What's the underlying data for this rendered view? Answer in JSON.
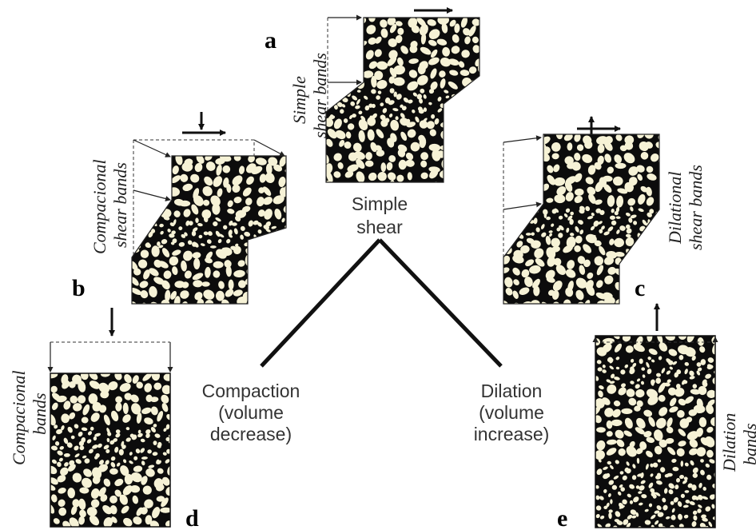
{
  "panels": {
    "a": {
      "letter": "a",
      "label_line1": "Simple",
      "label_line2": "shear bands"
    },
    "b": {
      "letter": "b",
      "label_line1": "Compacional",
      "label_line2": "shear bands"
    },
    "c": {
      "letter": "c",
      "label_line1": "Dilational",
      "label_line2": "shear bands"
    },
    "d": {
      "letter": "d",
      "label_line1": "Compacional",
      "label_line2": "bands"
    },
    "e": {
      "letter": "e",
      "label_line1": "Dilation",
      "label_line2": "bands"
    }
  },
  "center": {
    "top_line1": "Simple",
    "top_line2": "shear",
    "left_line1": "Compaction",
    "left_line2": "(volume",
    "left_line3": "decrease)",
    "right_line1": "Dilation",
    "right_line2": "(volume",
    "right_line3": "increase)"
  },
  "colors": {
    "grain": "#f6f2d6",
    "matrix": "#0c0c0c",
    "line": "#111111"
  }
}
